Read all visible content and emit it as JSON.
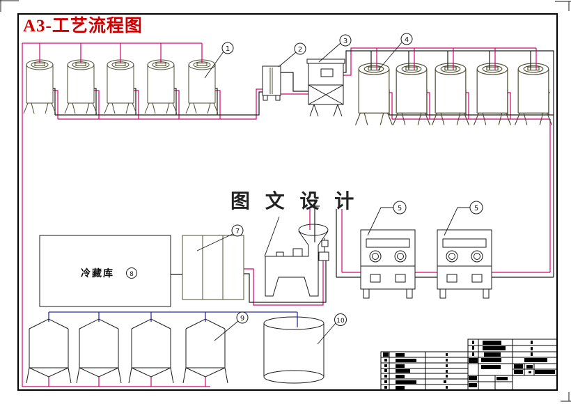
{
  "title": {
    "text": "A3-工艺流程图"
  },
  "watermark": {
    "text": "图 文 设 计"
  },
  "cold_storage": {
    "label": "冷藏库",
    "callout": "8"
  },
  "callouts": {
    "c1": "1",
    "c2": "2",
    "c3": "3",
    "c4": "4",
    "c5a": "5",
    "c5b": "5",
    "c7": "7",
    "c9": "9",
    "c10": "10"
  },
  "colors": {
    "pipe_magenta": "#d60070",
    "pipe_black": "#1a1a1a",
    "pipe_blue": "#2b2ba0",
    "equipment_outline": "#4b4b30",
    "title_red": "#cc0000",
    "watermark_gray": "#222222"
  }
}
